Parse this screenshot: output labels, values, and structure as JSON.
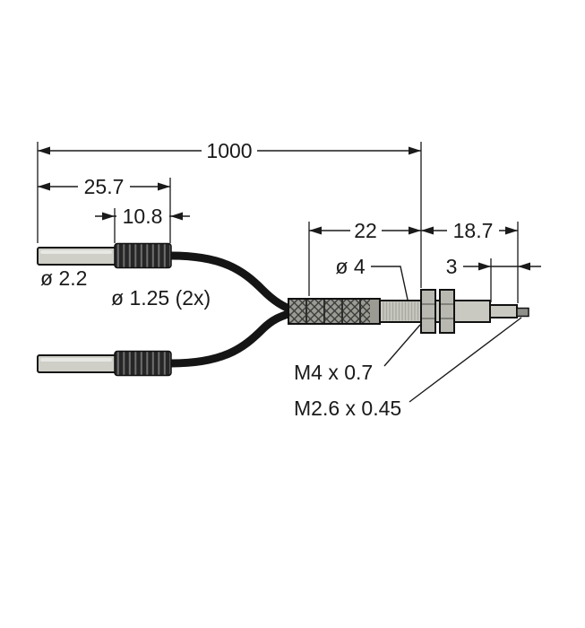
{
  "labels": {
    "overall_length": "1000",
    "ferrule_length": "25.7",
    "knurl_length": "10.8",
    "body_length": "22",
    "tip_section_length": "18.7",
    "tip_length": "3",
    "ferrule_diameter": "ø 2.2",
    "fiber_diameter": "ø 1.25 (2x)",
    "body_diameter": "ø 4",
    "body_thread": "M4 x 0.7",
    "tip_thread": "M2.6 x 0.45"
  },
  "colors": {
    "line": "#1a1a1a",
    "metal": "#c9c9c2",
    "knurl": "#262626",
    "background": "#ffffff"
  }
}
